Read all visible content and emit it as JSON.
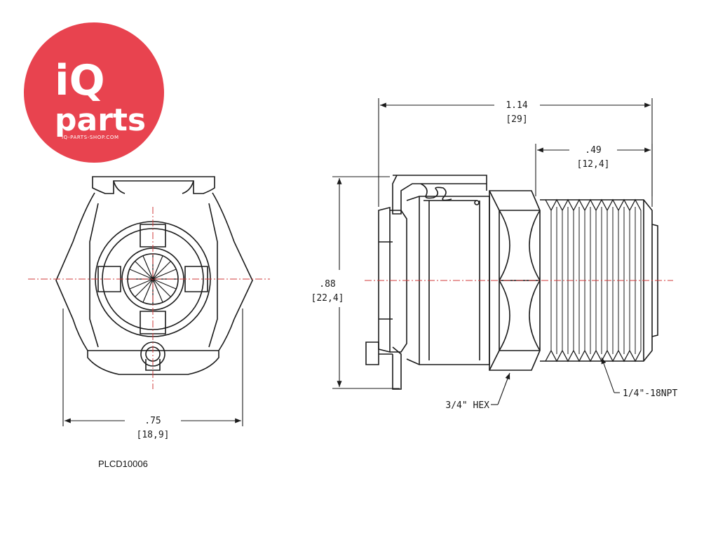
{
  "logo": {
    "brand_line1": "iQ",
    "brand_line2": "parts",
    "url": "IQ-PARTS-SHOP.COM",
    "color": "#e8434f"
  },
  "front_view": {
    "width_in": ".75",
    "width_mm": "[18,9]"
  },
  "side_view": {
    "length_in": "1.14",
    "length_mm": "[29]",
    "thread_len_in": ".49",
    "thread_len_mm": "[12,4]",
    "height_in": ".88",
    "height_mm": "[22,4]",
    "hex_label": "3/4\" HEX",
    "thread_label": "1/4\"-18NPT"
  },
  "part_number": "PLCD10006",
  "colors": {
    "line": "#1a1a1a",
    "centerline": "#d23b3b"
  }
}
